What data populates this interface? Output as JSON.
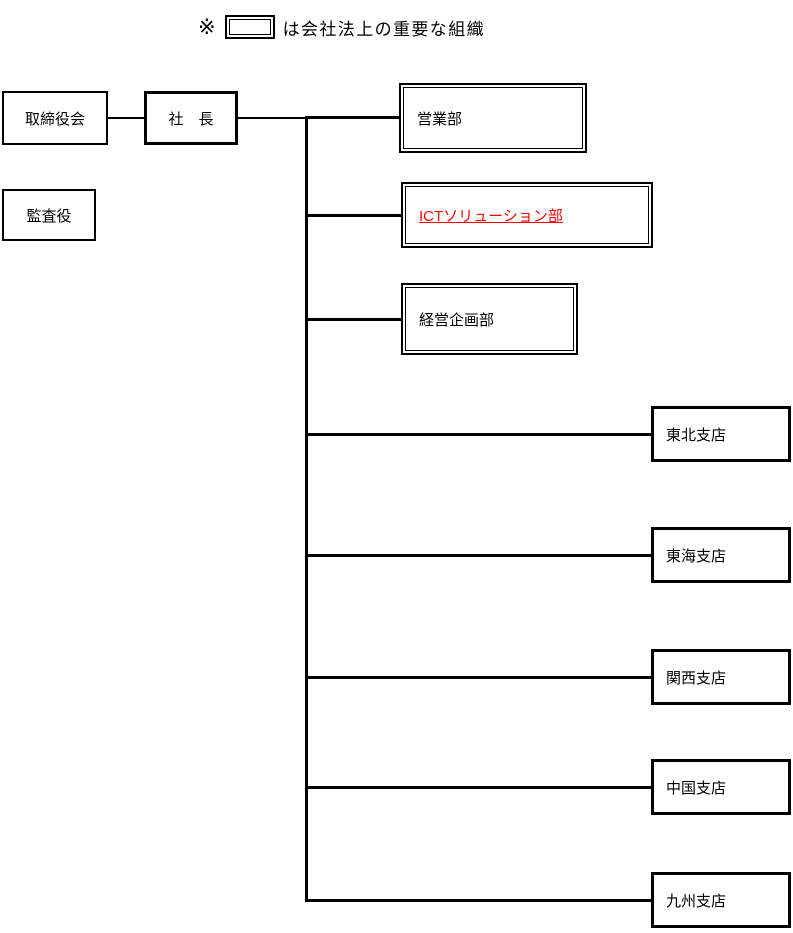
{
  "legend": {
    "mark": "※",
    "box_icon": "double-border-box",
    "text": "は会社法上の重要な組織"
  },
  "colors": {
    "line": "#000000",
    "text": "#000000",
    "highlight": "#FF0000",
    "background": "#FFFFFF"
  },
  "executive": [
    {
      "id": "board",
      "label": "取締役会"
    },
    {
      "id": "president",
      "label": "社　長"
    },
    {
      "id": "auditor",
      "label": "監査役"
    }
  ],
  "departments": [
    {
      "id": "sales",
      "label": "営業部",
      "important": true,
      "highlight": false
    },
    {
      "id": "ict",
      "label": "ICTソリューション部",
      "important": true,
      "highlight": true
    },
    {
      "id": "planning",
      "label": "経営企画部",
      "important": true,
      "highlight": false
    }
  ],
  "branches": [
    {
      "id": "tohoku",
      "label": "東北支店"
    },
    {
      "id": "tokai",
      "label": "東海支店"
    },
    {
      "id": "kansai",
      "label": "関西支店"
    },
    {
      "id": "chugoku",
      "label": "中国支店"
    },
    {
      "id": "kyushu",
      "label": "九州支店"
    }
  ]
}
